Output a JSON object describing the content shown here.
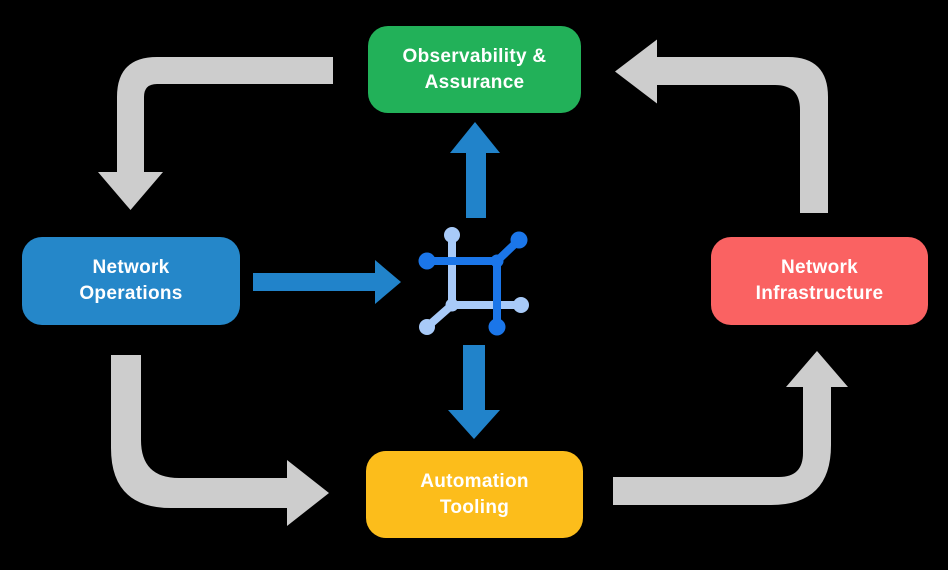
{
  "background": "#000000",
  "nodes": {
    "observability": {
      "label_line1": "Observability &",
      "label_line2": "Assurance",
      "color": "#22b159"
    },
    "network_operations": {
      "label_line1": "Network",
      "label_line2": "Operations",
      "color": "#2587c9"
    },
    "network_infrastructure": {
      "label_line1": "Network",
      "label_line2": "Infrastructure",
      "color": "#fa6262"
    },
    "automation_tooling": {
      "label_line1": "Automation",
      "label_line2": "Tooling",
      "color": "#fcbd1b"
    }
  },
  "flow_arrows": {
    "color": "#cdcdcd"
  },
  "blue_arrows": {
    "color": "#2183ca"
  },
  "center_icon": {
    "name": "network-hub-icon",
    "dark_blue": "#1b76e9",
    "light_blue": "#a8caf8"
  }
}
